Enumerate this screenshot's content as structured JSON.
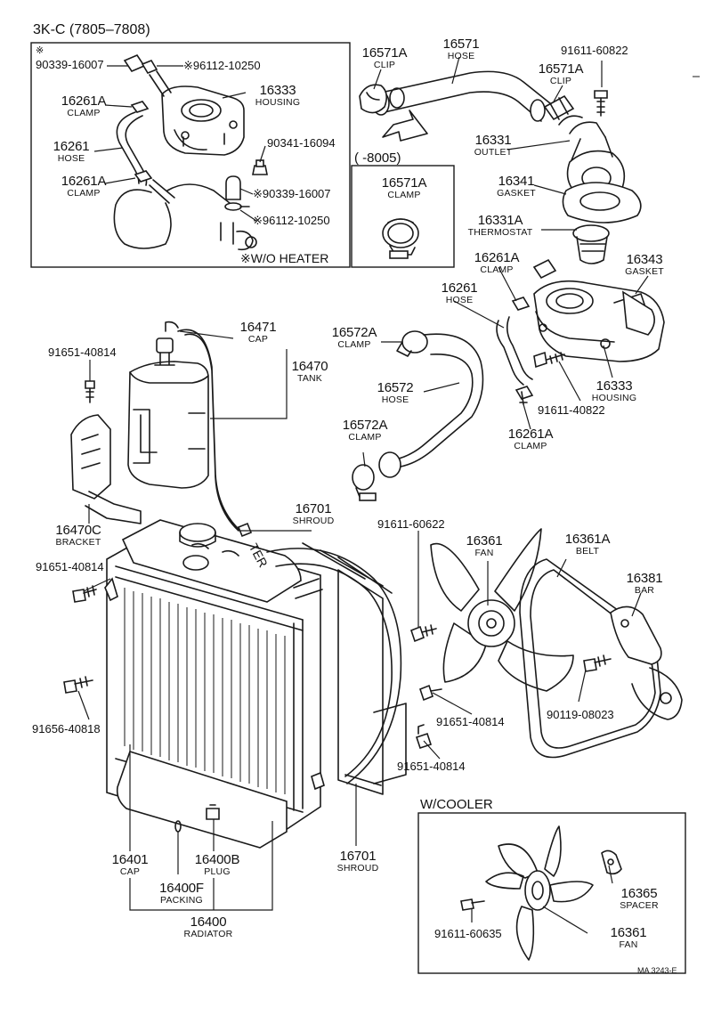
{
  "diagram": {
    "section_title": "3K-C (7805–7808)",
    "without_heater_note": "※W/O HEATER",
    "date_range_box": "(      -8005)",
    "cooler_box_title": "W/COOLER",
    "sheet_code": "MA 3243-E",
    "tank_side_text": "TER"
  },
  "callouts": {
    "c90339_top": "90339-16007",
    "c90339_top_mark": "※",
    "c96112_top": "※96112-10250",
    "c16261A_1_pn": "16261A",
    "c16261A_1_nm": "CLAMP",
    "c16333_inset_pn": "16333",
    "c16333_inset_nm": "HOUSING",
    "c16261_inset_pn": "16261",
    "c16261_inset_nm": "HOSE",
    "c90341": "90341-16094",
    "c16261A_2_pn": "16261A",
    "c16261A_2_nm": "CLAMP",
    "c90339_mid": "※90339-16007",
    "c96112_mid": "※96112-10250",
    "c16571A_a_pn": "16571A",
    "c16571A_a_nm": "CLIP",
    "c16571_pn": "16571",
    "c16571_nm": "HOSE",
    "c91611_60822": "91611-60822",
    "c16571A_b_pn": "16571A",
    "c16571A_b_nm": "CLIP",
    "c16331_pn": "16331",
    "c16331_nm": "OUTLET",
    "c16571A_box_pn": "16571A",
    "c16571A_box_nm": "CLAMP",
    "c16341_pn": "16341",
    "c16341_nm": "GASKET",
    "c16331A_pn": "16331A",
    "c16331A_nm": "THERMOSTAT",
    "c16261A_3_pn": "16261A",
    "c16261A_3_nm": "CLAMP",
    "c16343_pn": "16343",
    "c16343_nm": "GASKET",
    "c16261_main_pn": "16261",
    "c16261_main_nm": "HOSE",
    "c16572A_1_pn": "16572A",
    "c16572A_1_nm": "CLAMP",
    "c16572_pn": "16572",
    "c16572_nm": "HOSE",
    "c16333_main_pn": "16333",
    "c16333_main_nm": "HOUSING",
    "c91611_40822": "91611-40822",
    "c16261A_4_pn": "16261A",
    "c16261A_4_nm": "CLAMP",
    "c16572A_2_pn": "16572A",
    "c16572A_2_nm": "CLAMP",
    "c16471_pn": "16471",
    "c16471_nm": "CAP",
    "c16470_pn": "16470",
    "c16470_nm": "TANK",
    "c91651_40814_a": "91651-40814",
    "c16470C_pn": "16470C",
    "c16470C_nm": "BRACKET",
    "c16701_top_pn": "16701",
    "c16701_top_nm": "SHROUD",
    "c91651_40814_b": "91651-40814",
    "c91611_60622": "91611-60622",
    "c16361_pn": "16361",
    "c16361_nm": "FAN",
    "c16361A_pn": "16361A",
    "c16361A_nm": "BELT",
    "c16381_pn": "16381",
    "c16381_nm": "BAR",
    "c91656_40818": "91656-40818",
    "c90119_08023": "90119-08023",
    "c91651_40814_c": "91651-40814",
    "c91651_40814_d": "91651-40814",
    "c16401_pn": "16401",
    "c16401_nm": "CAP",
    "c16400B_pn": "16400B",
    "c16400B_nm": "PLUG",
    "c16701_bot_pn": "16701",
    "c16701_bot_nm": "SHROUD",
    "c16400F_pn": "16400F",
    "c16400F_nm": "PACKING",
    "c16400_pn": "16400",
    "c16400_nm": "RADIATOR",
    "c16365_pn": "16365",
    "c16365_nm": "SPACER",
    "c91611_60635": "91611-60635",
    "c16361_cool_pn": "16361",
    "c16361_cool_nm": "FAN"
  }
}
